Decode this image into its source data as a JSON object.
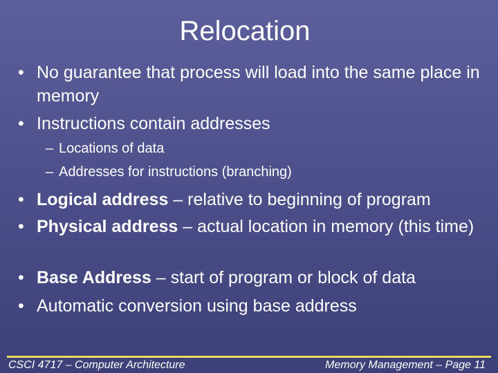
{
  "slide": {
    "title": "Relocation",
    "bullet_char": "•",
    "dash_char": "–",
    "items": [
      {
        "text": "No guarantee that process will load into the same place in memory"
      },
      {
        "text": "Instructions contain addresses"
      },
      {
        "sub": "Locations of data"
      },
      {
        "sub": "Addresses for instructions (branching)"
      },
      {
        "bold": "Logical address",
        "rest": " – relative to beginning of program"
      },
      {
        "bold": "Physical address",
        "rest": " – actual location in memory (this time)"
      },
      {
        "bold": "Base Address",
        "rest": " – start of program or block of data"
      },
      {
        "text": "Automatic conversion using base address"
      }
    ]
  },
  "footer": {
    "left": "CSCI 4717 – Computer Architecture",
    "right": "Memory Management – Page 11"
  },
  "colors": {
    "background_top": "#5d5f9c",
    "background_bottom": "#3d3f78",
    "text": "#ffffff",
    "footer_rule": "#e6e05a"
  }
}
